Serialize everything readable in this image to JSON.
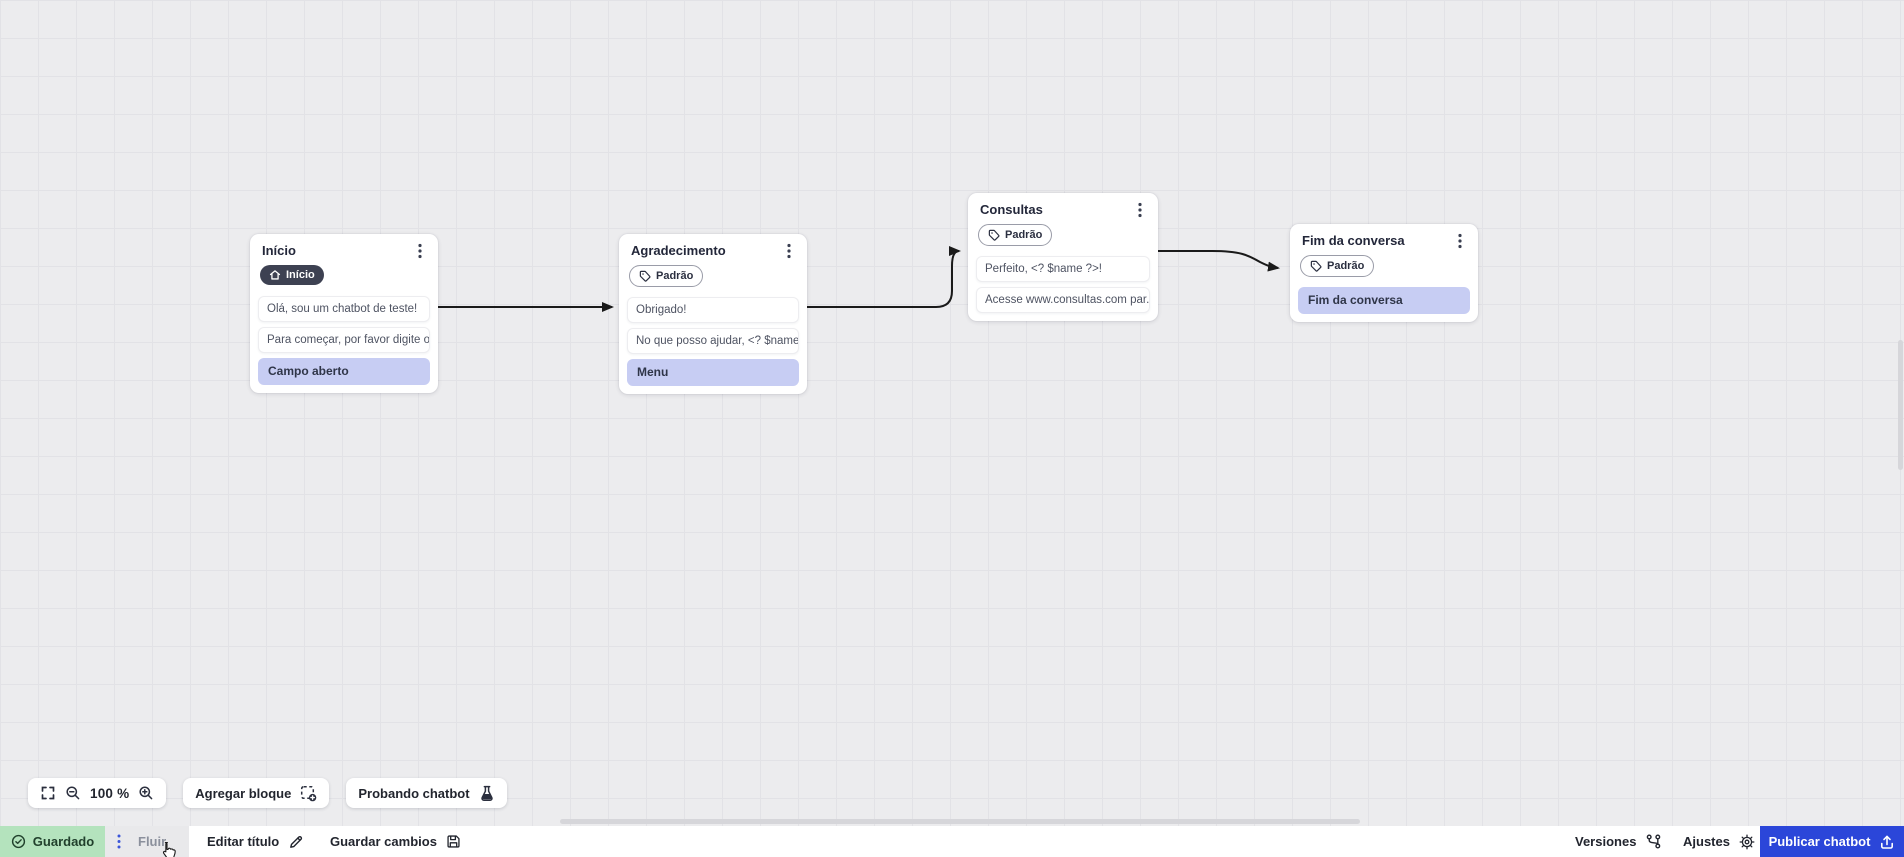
{
  "canvas": {
    "zoom_value": "100 %",
    "nodes": [
      {
        "title": "Início",
        "badge": {
          "label": "Início",
          "icon": "home-icon",
          "variant": "dark"
        },
        "messages": [
          "Olá, sou um chatbot de teste!",
          "Para começar, por favor digite o ..."
        ],
        "action": "Campo aberto"
      },
      {
        "title": "Agradecimento",
        "badge": {
          "label": "Padrão",
          "icon": "tag-icon",
          "variant": "outline"
        },
        "messages": [
          "Obrigado!",
          "No que posso ajudar, <? $name ..."
        ],
        "action": "Menu"
      },
      {
        "title": "Consultas",
        "badge": {
          "label": "Padrão",
          "icon": "tag-icon",
          "variant": "outline"
        },
        "messages": [
          "Perfeito, <? $name ?>!",
          "Acesse www.consultas.com par..."
        ]
      },
      {
        "title": "Fim da conversa",
        "badge": {
          "label": "Padrão",
          "icon": "tag-icon",
          "variant": "outline"
        },
        "messages": [],
        "action": "Fim da conversa"
      }
    ]
  },
  "toolbar": {
    "zoom_value": "100 %",
    "add_block_label": "Agregar bloque",
    "test_chatbot_label": "Probando chatbot"
  },
  "statusbar": {
    "saved_label": "Guardado",
    "flow_label": "Fluir",
    "edit_title_label": "Editar título",
    "save_changes_label": "Guardar cambios",
    "versions_label": "Versiones",
    "settings_label": "Ajustes",
    "publish_label": "Publicar chatbot"
  },
  "colors": {
    "accent_blue": "#2b46d9",
    "saved_green_bg": "#b4e3bd",
    "highlight_lavender": "#c7cdf3",
    "badge_dark_bg": "#3d4152",
    "canvas_bg": "#ececee",
    "connector": "#1a1a1a"
  }
}
